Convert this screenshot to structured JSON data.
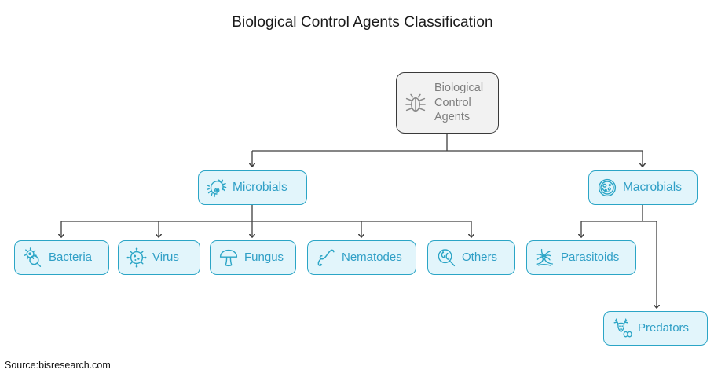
{
  "title": "Biological Control Agents Classification",
  "source": "Source:bisresearch.com",
  "colors": {
    "accent": "#2ba5c6",
    "node_fill": "#e2f5fb",
    "node_text": "#2f9fc6",
    "root_border": "#3a3a3a",
    "root_fill": "#f2f2f2",
    "root_text": "#7d7d7d",
    "connector": "#3f3f3f",
    "title_text": "#1a1a1a",
    "background": "#ffffff"
  },
  "chart_data": {
    "type": "diagram",
    "layout": "hierarchy-tree",
    "title": "Biological Control Agents Classification",
    "nodes": [
      {
        "id": "root",
        "label": "Biological\nControl\nAgents",
        "icon": "bug-icon",
        "level": 0,
        "style": "gray"
      },
      {
        "id": "microbials",
        "label": "Microbials",
        "icon": "microbe-icon",
        "level": 1,
        "style": "teal"
      },
      {
        "id": "macrobials",
        "label": "Macrobials",
        "icon": "cell-icon",
        "level": 1,
        "style": "teal"
      },
      {
        "id": "bacteria",
        "label": "Bacteria",
        "icon": "bacteria-magnifier-icon",
        "level": 2,
        "style": "teal"
      },
      {
        "id": "virus",
        "label": "Virus",
        "icon": "virus-icon",
        "level": 2,
        "style": "teal"
      },
      {
        "id": "fungus",
        "label": "Fungus",
        "icon": "mushroom-icon",
        "level": 2,
        "style": "teal"
      },
      {
        "id": "nematodes",
        "label": "Nematodes",
        "icon": "worm-icon",
        "level": 2,
        "style": "teal"
      },
      {
        "id": "others",
        "label": "Others",
        "icon": "magnifier-organism-icon",
        "level": 2,
        "style": "teal"
      },
      {
        "id": "parasitoids",
        "label": "Parasitoids",
        "icon": "wasp-icon",
        "level": 2,
        "style": "teal"
      },
      {
        "id": "predators",
        "label": "Predators",
        "icon": "deer-head-icon",
        "level": 3,
        "style": "teal"
      }
    ],
    "edges": [
      {
        "from": "root",
        "to": "microbials"
      },
      {
        "from": "root",
        "to": "macrobials"
      },
      {
        "from": "microbials",
        "to": "bacteria"
      },
      {
        "from": "microbials",
        "to": "virus"
      },
      {
        "from": "microbials",
        "to": "fungus"
      },
      {
        "from": "microbials",
        "to": "nematodes"
      },
      {
        "from": "microbials",
        "to": "others"
      },
      {
        "from": "macrobials",
        "to": "parasitoids"
      },
      {
        "from": "macrobials",
        "to": "predators"
      }
    ]
  },
  "nodes": {
    "root": {
      "label": "Biological\nControl\nAgents"
    },
    "microbials": {
      "label": "Microbials"
    },
    "macrobials": {
      "label": "Macrobials"
    },
    "bacteria": {
      "label": "Bacteria"
    },
    "virus": {
      "label": "Virus"
    },
    "fungus": {
      "label": "Fungus"
    },
    "nematodes": {
      "label": "Nematodes"
    },
    "others": {
      "label": "Others"
    },
    "parasitoids": {
      "label": "Parasitoids"
    },
    "predators": {
      "label": "Predators"
    }
  }
}
